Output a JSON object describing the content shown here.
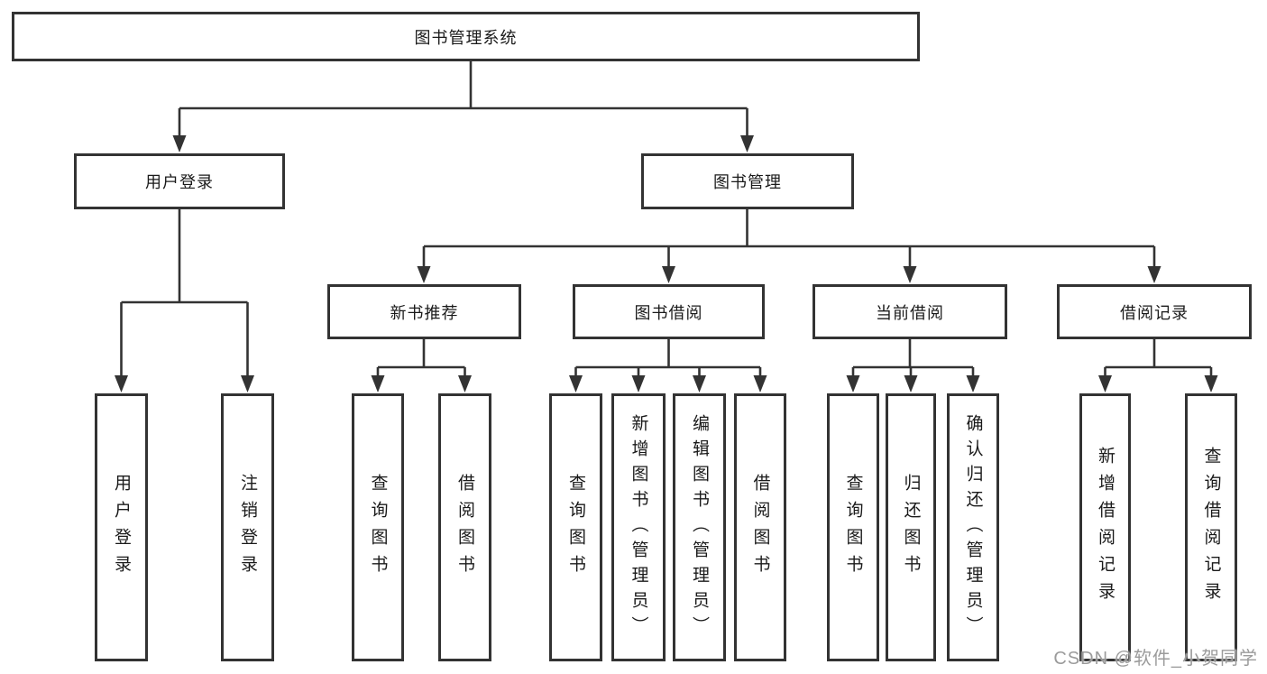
{
  "diagram_type": "tree",
  "tree": {
    "label": "图书管理系统",
    "children": [
      {
        "label": "用户登录",
        "children": [
          {
            "label": "用户登录"
          },
          {
            "label": "注销登录"
          }
        ]
      },
      {
        "label": "图书管理",
        "children": [
          {
            "label": "新书推荐",
            "children": [
              {
                "label": "查询图书"
              },
              {
                "label": "借阅图书"
              }
            ]
          },
          {
            "label": "图书借阅",
            "children": [
              {
                "label": "查询图书"
              },
              {
                "label": "新增图书（管理员）"
              },
              {
                "label": "编辑图书（管理员）"
              },
              {
                "label": "借阅图书"
              }
            ]
          },
          {
            "label": "当前借阅",
            "children": [
              {
                "label": "查询图书"
              },
              {
                "label": "归还图书"
              },
              {
                "label": "确认归还（管理员）"
              }
            ]
          },
          {
            "label": "借阅记录",
            "children": [
              {
                "label": "新增借阅记录"
              },
              {
                "label": "查询借阅记录"
              }
            ]
          }
        ]
      }
    ]
  },
  "watermark": {
    "text": "CSDN @软件_小贺同学"
  },
  "colors": {
    "line": "#333333",
    "text": "#1a1a1a",
    "background": "#ffffff",
    "watermark": "#9b9b9b"
  }
}
